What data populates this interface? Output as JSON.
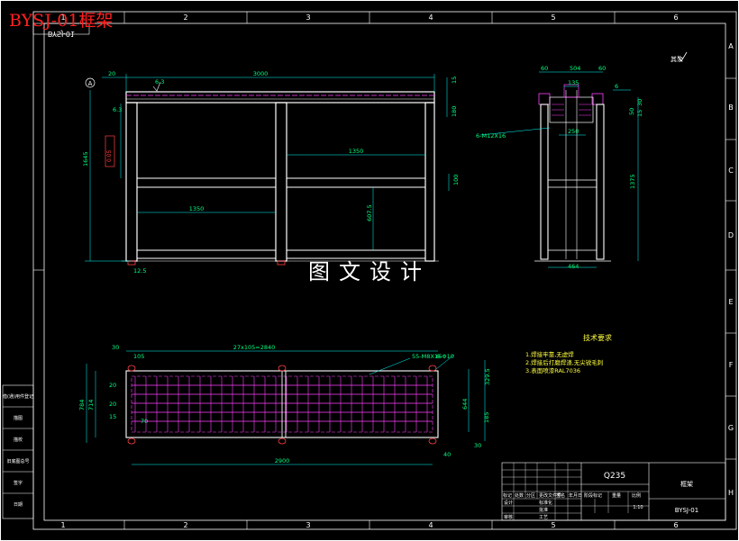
{
  "title": "BYSJ-01框架",
  "title_mirror": "BYSJ-01",
  "watermark": "图文设计",
  "grid_columns": [
    "1",
    "2",
    "3",
    "4",
    "5",
    "6"
  ],
  "grid_rows": [
    "A",
    "B",
    "C",
    "D",
    "E",
    "F",
    "G",
    "H"
  ],
  "roughness": "其余",
  "front_view": {
    "dims": {
      "overall_width": "3000",
      "top_offset": "20",
      "beam_height": "15",
      "leg_height": "1645",
      "upper_section": "180",
      "bay_width_1": "1350",
      "bay_width_2": "1350",
      "mid_height": "607.5",
      "rail_spacing": "100",
      "foot": "12.5",
      "roughness_1": "6.3",
      "roughness_2": "6.3",
      "tolerance": "0.05",
      "datum": "A"
    }
  },
  "side_view": {
    "dims": {
      "left": "60",
      "width": "504",
      "right": "60",
      "inner": "135",
      "r6": "6",
      "h30": "30",
      "h50": "50",
      "h15": "15",
      "holes": "6-M12X16",
      "b250": "250",
      "h1375": "1375",
      "base": "464"
    }
  },
  "plan_view": {
    "dims": {
      "pitch": "27x105=2840",
      "left_30": "30",
      "d105": "105",
      "holes": "55-M8X16",
      "phi": "6-Φ10",
      "h784": "784",
      "h714": "714",
      "d20a": "20",
      "d20b": "20",
      "d15": "15",
      "d70": "70",
      "d329": "329.5",
      "d644": "644",
      "d185": "185",
      "r30": "30",
      "r40": "40",
      "total": "2900"
    }
  },
  "tech_req": {
    "heading": "技术要求",
    "items": [
      "1.焊接牢靠,无虚焊",
      "2.焊接后打磨焊渣,无尖锐毛刺",
      "3.表面喷漆RAL7036"
    ]
  },
  "title_block": {
    "material": "Q235",
    "name": "框架",
    "drawing_no": "BYSJ-01",
    "scale": "1:10",
    "row_labels": [
      "标记",
      "处数",
      "分区",
      "更改文件号",
      "签名",
      "年月日"
    ],
    "sign_labels": [
      "设计",
      "审核",
      "工艺",
      "标准化",
      "批准"
    ],
    "stage_labels": [
      "阶段标记",
      "重量",
      "比例"
    ]
  },
  "side_block": {
    "labels": [
      "借(通)用件登记",
      "描图",
      "描校",
      "旧底图总号",
      "签字",
      "日期"
    ]
  }
}
